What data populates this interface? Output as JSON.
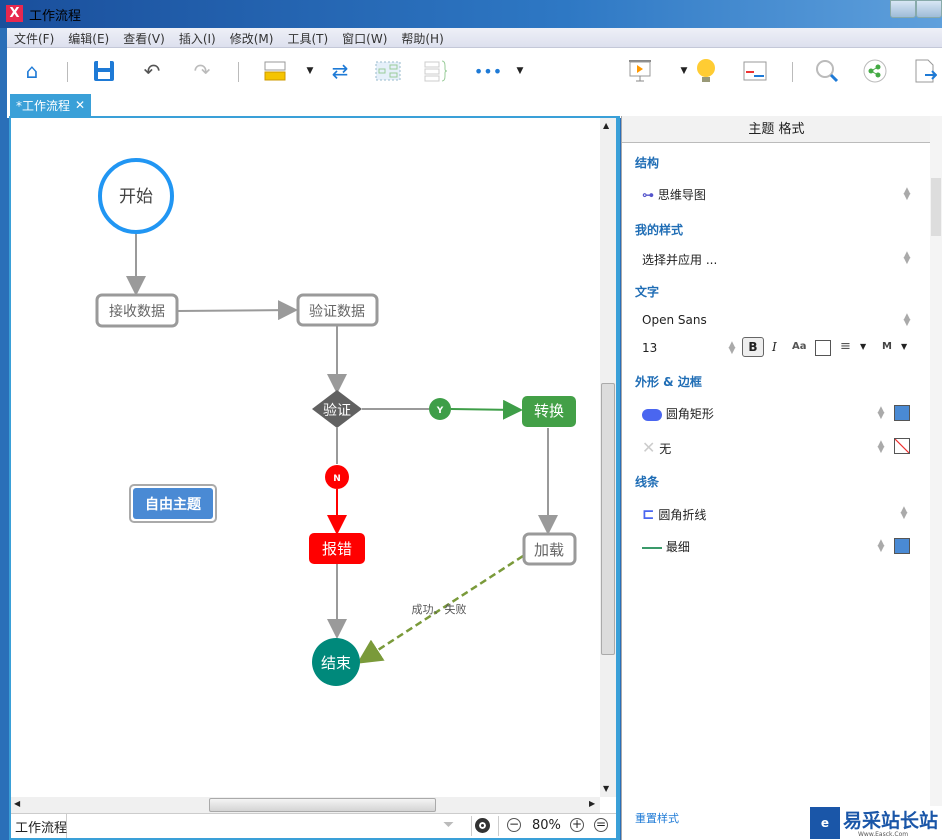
{
  "window": {
    "title": "工作流程",
    "logo": "X"
  },
  "menu": [
    "文件(F)",
    "编辑(E)",
    "查看(V)",
    "插入(I)",
    "修改(M)",
    "工具(T)",
    "窗口(W)",
    "帮助(H)"
  ],
  "tab": {
    "label": "*工作流程",
    "close": "✕"
  },
  "diagram": {
    "start": "开始",
    "receive": "接收数据",
    "verify_data": "验证数据",
    "verify": "验证",
    "yes": "Y",
    "no": "N",
    "convert": "转换",
    "error": "报错",
    "load": "加载",
    "end": "结束",
    "free_topic": "自由主题",
    "edge_label": "成功、失败"
  },
  "status": {
    "sheet": "工作流程",
    "zoom": "80%"
  },
  "panel": {
    "title": "主题 格式",
    "structure_label": "结构",
    "structure_value": "思维导图",
    "mystyle_label": "我的样式",
    "mystyle_value": "选择并应用 ...",
    "text_label": "文字",
    "font": "Open Sans",
    "size": "13",
    "bold": "B",
    "italic": "I",
    "case": "Aa",
    "weight": "M",
    "shape_label": "外形 & 边框",
    "shape_value": "圆角矩形",
    "border_value": "无",
    "line_label": "线条",
    "line_value": "圆角折线",
    "line_width": "最细",
    "reset": "重置样式"
  },
  "colors": {
    "accent": "#3aa0d8",
    "fill": "#4a8ad4"
  },
  "watermark": {
    "text": "易采站长站",
    "sub": "Www.Easck.Com"
  }
}
